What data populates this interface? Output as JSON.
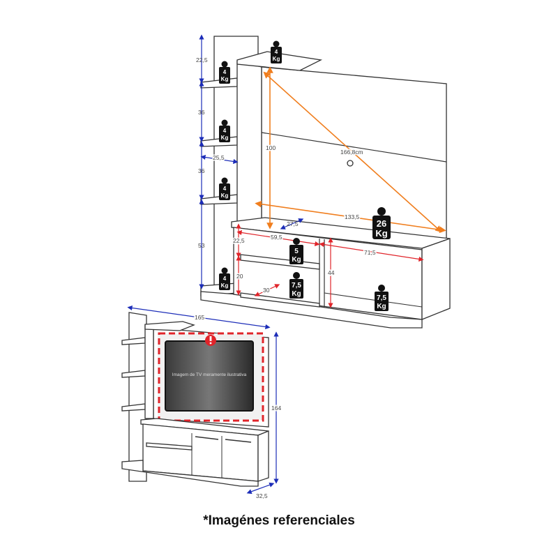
{
  "colors": {
    "dimension_blue": "#1c2db8",
    "dimension_orange": "#f07e1e",
    "dimension_red": "#e0242a",
    "weight_badge": "#111111"
  },
  "top_view": {
    "dimensions": {
      "tower_top": "22,5",
      "tower_shelf_1": "36",
      "tower_shelf_2": "36",
      "tower_bottom": "53",
      "tower_depth": "25,5",
      "panel_height": "100",
      "diagonal": "166,8cm",
      "panel_width": "133,5",
      "cabinet_depth": "27,5",
      "niche_top_height": "22,5",
      "niche_width": "59,5",
      "niche_bottom_height": "20",
      "niche_depth": "30",
      "compartment_height": "44",
      "compartment_width": "71,5"
    },
    "weights": [
      {
        "value": "4",
        "unit": "Kg"
      },
      {
        "value": "4",
        "unit": "Kg"
      },
      {
        "value": "4",
        "unit": "Kg"
      },
      {
        "value": "4",
        "unit": "Kg"
      },
      {
        "value": "4",
        "unit": "Kg"
      },
      {
        "value": "5",
        "unit": "Kg"
      },
      {
        "value": "7,5",
        "unit": "Kg"
      },
      {
        "value": "26",
        "unit": "Kg"
      },
      {
        "value": "7,5",
        "unit": "Kg"
      }
    ]
  },
  "bottom_view": {
    "dimensions": {
      "width": "165",
      "height": "164",
      "depth": "32,5"
    },
    "tv_note": "Imagem de TV meramente ilustrativa"
  },
  "footer": "*Imagénes referenciales"
}
